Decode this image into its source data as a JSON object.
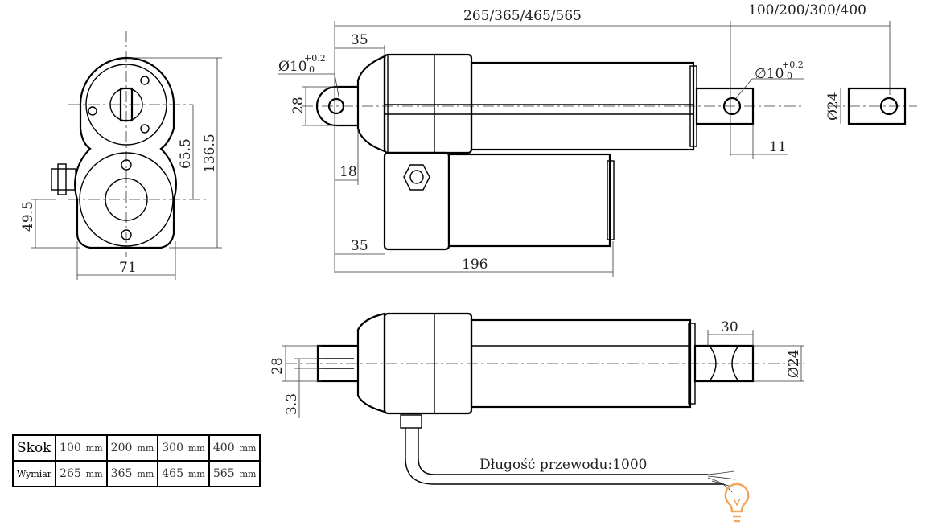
{
  "front_view": {
    "width_label": "71",
    "height_label": "136.5",
    "mid_label": "65.5",
    "offset_label": "49.5"
  },
  "top_view": {
    "total_length_label": "265/365/465/565",
    "stroke_label": "100/200/300/400",
    "rear_offset_label": "35",
    "rear_hole_label": "Ø10",
    "rear_hole_tol_upper": "+0.2",
    "rear_hole_tol_lower": "0",
    "rear_height_label": "28",
    "rear_depth_label": "18",
    "front_hole_label": "∅10",
    "front_hole_tol_upper": "+0.2",
    "front_hole_tol_lower": "0",
    "front_end_label": "11",
    "rod_diameter_label": "Ø24",
    "motor_offset_label": "35",
    "motor_length_label": "196"
  },
  "side_view": {
    "rod_end_label": "30",
    "rear_height_label": "28",
    "slot_label": "3.3",
    "rod_diameter_label": "Ø24",
    "cable_label": "Długość przewodu:1000"
  },
  "spec_table": {
    "row_headers": [
      "Skok",
      "Wymiar"
    ],
    "unit": "mm",
    "stroke_values": [
      "100",
      "200",
      "300",
      "400"
    ],
    "dimension_values": [
      "265",
      "365",
      "465",
      "565"
    ]
  }
}
